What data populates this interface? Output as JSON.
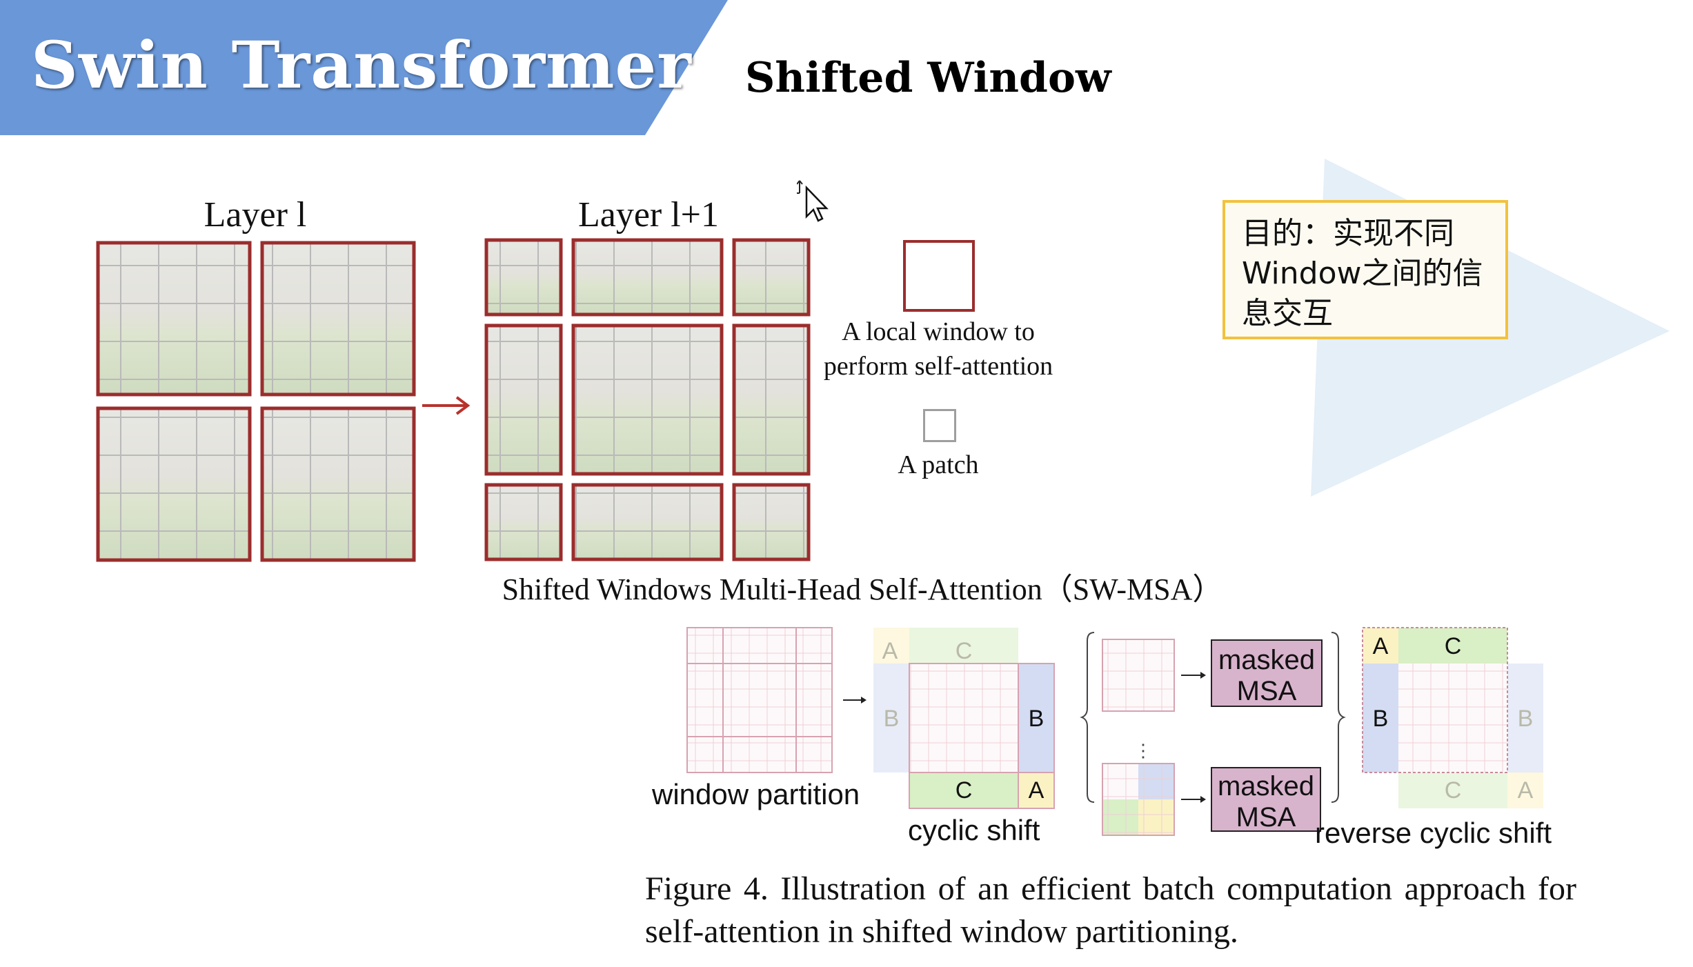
{
  "header": {
    "brand_title": "Swin Transformer",
    "slide_title": "Shifted Window",
    "banner_color": "#6a97d8"
  },
  "note": {
    "text": "目的：实现不同\nWindow之间的信\n息交互",
    "border_color": "#f2c23e"
  },
  "diagram": {
    "layer_l_label": "Layer l",
    "layer_l1_label": "Layer l+1",
    "legend_window_label": "A local window to\nperform self-attention",
    "legend_patch_label": "A patch",
    "caption_swmsa": "Shifted Windows Multi-Head Self-Attention（SW-MSA）",
    "window_border_color": "#9b2d2d"
  },
  "figure4": {
    "label_window_partition": "window partition",
    "label_cyclic_shift": "cyclic shift",
    "label_reverse_cyclic_shift": "reverse cyclic shift",
    "masked_msa_line1": "masked",
    "masked_msa_line2": "MSA",
    "region_a": "A",
    "region_b": "B",
    "region_c": "C",
    "caption": "Figure 4. Illustration of an efficient batch computation approach for self-attention in shifted window partitioning.",
    "colors": {
      "region_a": "#fbf2c4",
      "region_b": "#d3dcf2",
      "region_c": "#d9efc6",
      "masked_msa": "#d8b3cc"
    }
  }
}
